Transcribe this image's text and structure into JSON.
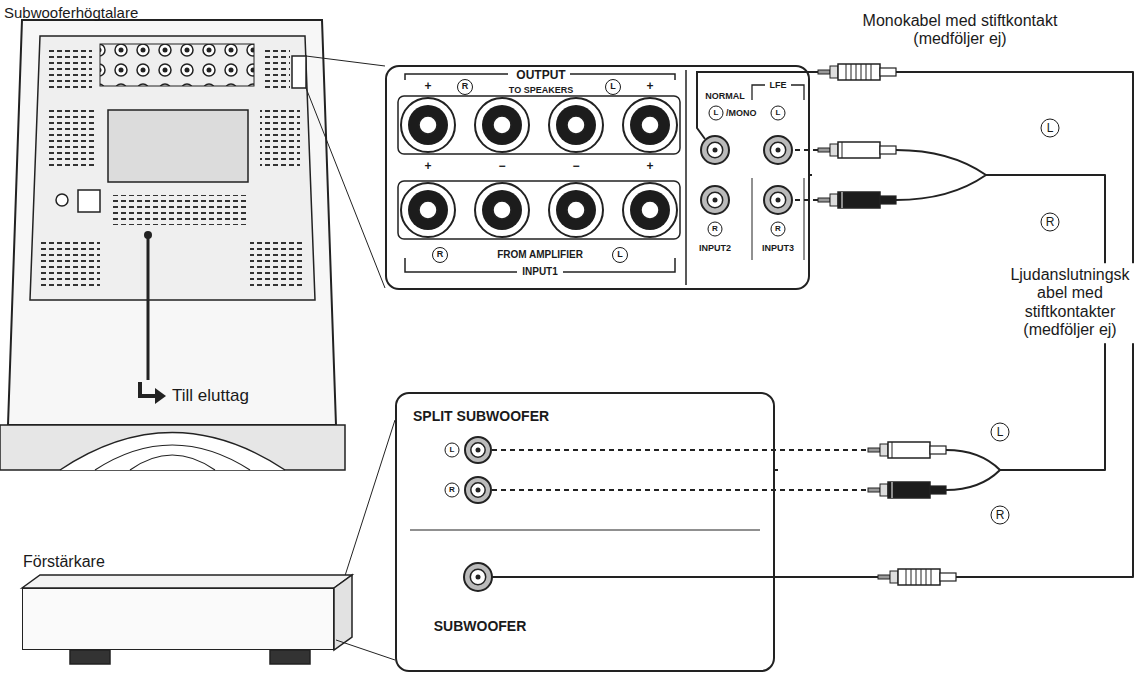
{
  "diagram": {
    "nodes": [
      {
        "text": [
          "OUTPUT",
          "TO SPEAKERS"
        ]
      },
      {
        "text": [
          "SPLIT SUBWOOFER",
          "SUBWOOFER"
        ]
      },
      {
        "text": [
          "Förstärkare"
        ]
      }
    ],
    "edges": [
      {
        "from": 1,
        "to": 0,
        "arrow": "none"
      },
      {
        "from": 1,
        "to": 0,
        "arrow": "none"
      },
      {
        "from": 2,
        "to": 1,
        "arrow": "none"
      }
    ],
    "labels": [
      "Subwooferhögtalare",
      "Monokabel med stiftkontakt (medföljer ej)",
      "Till eluttag",
      "Ljudanslutningsk abel med stiftkontakter (medföljer ej)",
      "+",
      "R",
      "L",
      "+",
      "+",
      "−",
      "−",
      "+",
      "R",
      "FROM AMPLIFIER",
      "L",
      "INPUT1",
      "NORMAL",
      "L",
      "/MONO",
      "LFE",
      "L",
      "R",
      "INPUT2",
      "R",
      "INPUT3",
      "L",
      "R",
      "L",
      "R",
      "L",
      "R"
    ]
  }
}
